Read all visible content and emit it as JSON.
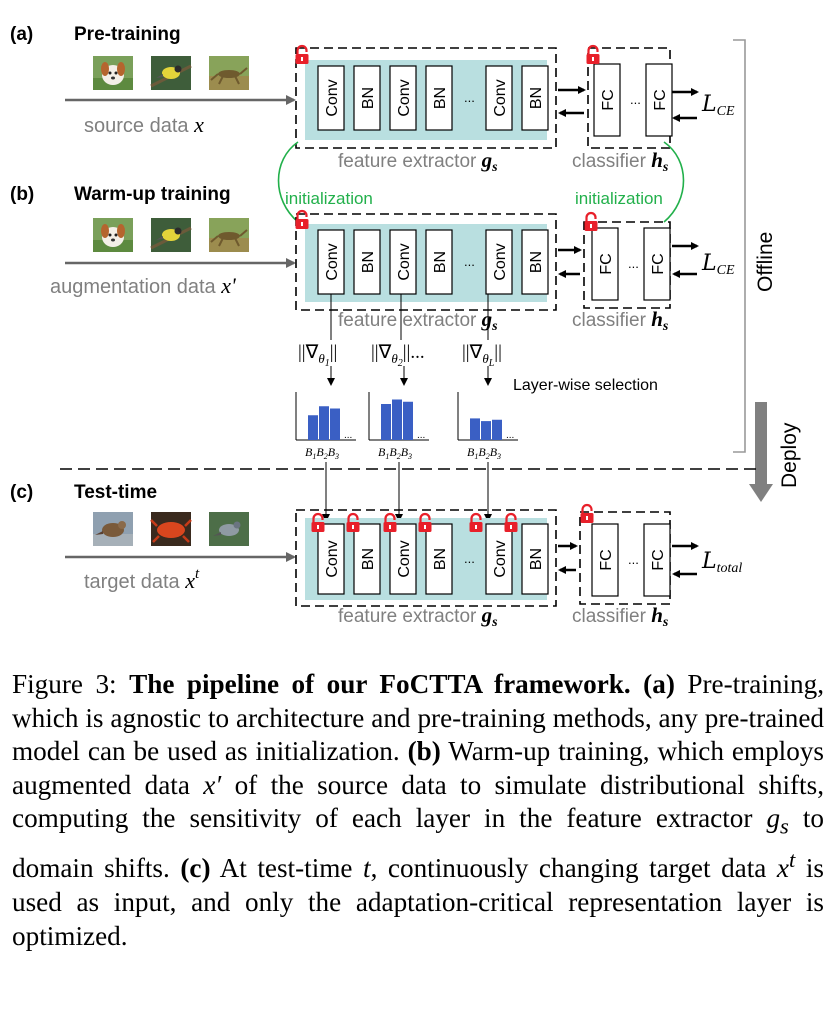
{
  "panels": {
    "a": {
      "tag": "(a)",
      "title": "Pre-training",
      "data_label": "source data",
      "data_var": "x"
    },
    "b": {
      "tag": "(b)",
      "title": "Warm-up training",
      "data_label": "augmentation data",
      "data_var": "x'"
    },
    "c": {
      "tag": "(c)",
      "title": "Test-time",
      "data_label": "target data",
      "data_var": "x",
      "data_var_sup": "t"
    }
  },
  "feature_blocks": [
    "Conv",
    "BN",
    "Conv",
    "BN",
    "...",
    "Conv",
    "BN"
  ],
  "classifier_blocks": [
    "FC",
    "...",
    "FC"
  ],
  "labels": {
    "feature_extractor": "feature extractor",
    "feature_extractor_sym": "g",
    "feature_extractor_sub": "s",
    "classifier": "classifier",
    "classifier_sym": "h",
    "classifier_sub": "s",
    "initialization": "initialization",
    "offline": "Offline",
    "deploy": "Deploy",
    "layer_wise": "Layer-wise selection",
    "loss_ce": "L",
    "loss_ce_sub": "CE",
    "loss_total": "L",
    "loss_total_sub": "total"
  },
  "gradients": [
    {
      "text": "||∇",
      "sub": "θ",
      "subsub": "1",
      "tail": "||"
    },
    {
      "text": "||∇",
      "sub": "θ",
      "subsub": "2",
      "tail": "||..."
    },
    {
      "text": "||∇",
      "sub": "θ",
      "subsub": "L",
      "tail": "||"
    }
  ],
  "histograms": [
    {
      "bars": [
        0.55,
        0.75,
        0.7
      ],
      "label": "B1B2B3"
    },
    {
      "bars": [
        0.8,
        0.9,
        0.85
      ],
      "label": "B1B2B3"
    },
    {
      "bars": [
        0.48,
        0.42,
        0.45
      ],
      "label": "B1B2B3"
    }
  ],
  "colors": {
    "panel_fill": "#b9dfe0",
    "lock": "#e8202a",
    "init": "#22b04b",
    "bar": "#3a5fc4",
    "grey_text": "#808080"
  },
  "caption": {
    "fig": "Figure 3: ",
    "title": "The pipeline of our FoCTTA framework.",
    "a_tag": " (a)",
    "a_text": " Pre-training, which is agnostic to architecture and pre-training methods, any pre-trained model can be used as initialization.",
    "b_tag": " (b)",
    "b_text1": " Warm-up training, which employs augmented data ",
    "b_var": "x′",
    "b_text2": " of the source data to simulate distributional shifts, computing the sensitivity of each layer in the feature extractor ",
    "b_var2": "g",
    "b_var2_sub": "s",
    "b_text3": " to domain shifts.",
    "c_tag": " (c)",
    "c_text1": " At test-time ",
    "c_var": "t",
    "c_text2": ", continuously changing target data ",
    "c_var2": "x",
    "c_var2_sup": "t",
    "c_text3": " is used as input, and only the adaptation-critical representation layer is optimized."
  }
}
